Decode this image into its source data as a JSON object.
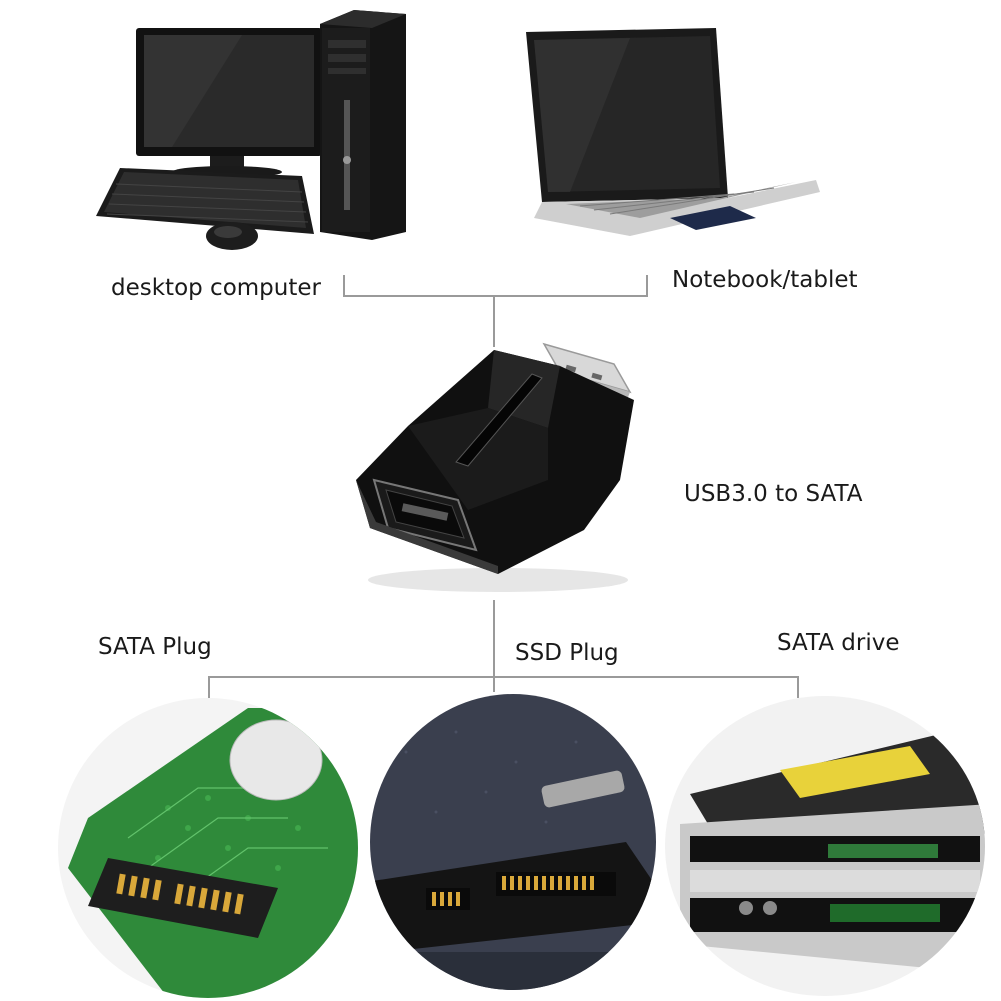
{
  "labels": {
    "desktop": "desktop computer",
    "notebook": "Notebook/tablet",
    "adapter": "USB3.0 to SATA",
    "sata_plug": "SATA Plug",
    "ssd_plug": "SSD Plug",
    "sata_drive": "SATA drive"
  },
  "pictures": {
    "desktop": "desktop-computer-icon",
    "notebook": "laptop-icon",
    "adapter": "usb-sata-adapter-icon",
    "hdd": "hdd-pcb-icon",
    "ssd": "ssd-connector-icon",
    "optical": "optical-drive-icon"
  },
  "colors": {
    "connector_lines": "#9a9a9a",
    "device_black": "#111111",
    "pcb_green": "#2f8a3a"
  }
}
